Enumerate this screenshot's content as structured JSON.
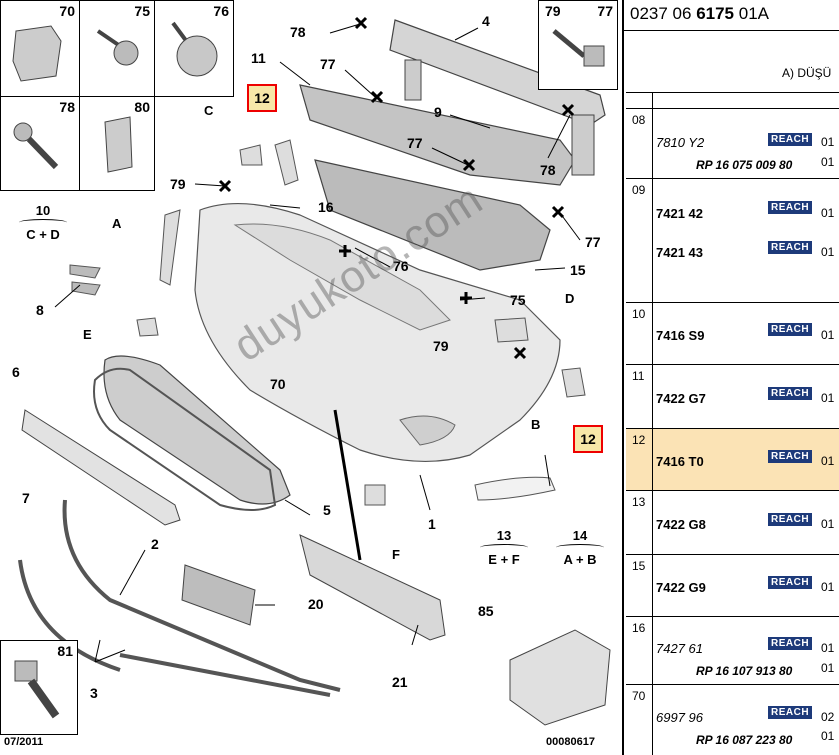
{
  "reference": {
    "prefix": "0237 06 ",
    "bold": "6175",
    "suffix": " 01A"
  },
  "subheading": "A) DÜŞÜ",
  "watermark": "duyukoto.com",
  "date": "07/2011",
  "doc_number": "00080617",
  "insets": [
    "70",
    "75",
    "76",
    "78",
    "80",
    "79",
    "77",
    "81"
  ],
  "callouts": [
    "78",
    "4",
    "11",
    "77",
    "9",
    "77",
    "78",
    "10",
    "C + D",
    "79",
    "16",
    "76",
    "8",
    "15",
    "75",
    "77",
    "6",
    "7",
    "70",
    "5",
    "1",
    "13",
    "E + F",
    "14",
    "A + B",
    "2",
    "20",
    "85",
    "3",
    "21",
    "79"
  ],
  "letters": [
    "C",
    "A",
    "E",
    "D",
    "B",
    "F"
  ],
  "red_tags": [
    "12",
    "12"
  ],
  "parts_table": [
    {
      "key": "08",
      "code": "7810 Y2",
      "italic": true,
      "reach": "REACH",
      "qty": "01",
      "rp": "RP 16 075 009 80",
      "qty2": "01"
    },
    {
      "key": "09",
      "code": "7421 42",
      "italic": false,
      "reach": "REACH",
      "qty": "01",
      "code2": "7421 43",
      "reach2": "REACH",
      "qty3": "01"
    },
    {
      "key": "10",
      "code": "7416 S9",
      "italic": false,
      "reach": "REACH",
      "qty": "01"
    },
    {
      "key": "11",
      "code": "7422 G7",
      "italic": false,
      "reach": "REACH",
      "qty": "01"
    },
    {
      "key": "12",
      "code": "7416 T0",
      "italic": false,
      "reach": "REACH",
      "qty": "01",
      "highlight": true
    },
    {
      "key": "13",
      "code": "7422 G8",
      "italic": false,
      "reach": "REACH",
      "qty": "01"
    },
    {
      "key": "15",
      "code": "7422 G9",
      "italic": false,
      "reach": "REACH",
      "qty": "01"
    },
    {
      "key": "16",
      "code": "7427 61",
      "italic": true,
      "reach": "REACH",
      "qty": "01",
      "rp": "RP 16 107 913 80",
      "qty2": "01"
    },
    {
      "key": "70",
      "code": "6997 96",
      "italic": true,
      "reach": "REACH",
      "qty": "02",
      "rp": "RP 16 087 223 80",
      "qty2": "01"
    }
  ],
  "colors": {
    "reach_badge": "#1d3a7a",
    "highlight_row": "#fbe3b5",
    "red_tag_border": "#ee0000",
    "red_tag_fill": "#f7e7a8"
  }
}
